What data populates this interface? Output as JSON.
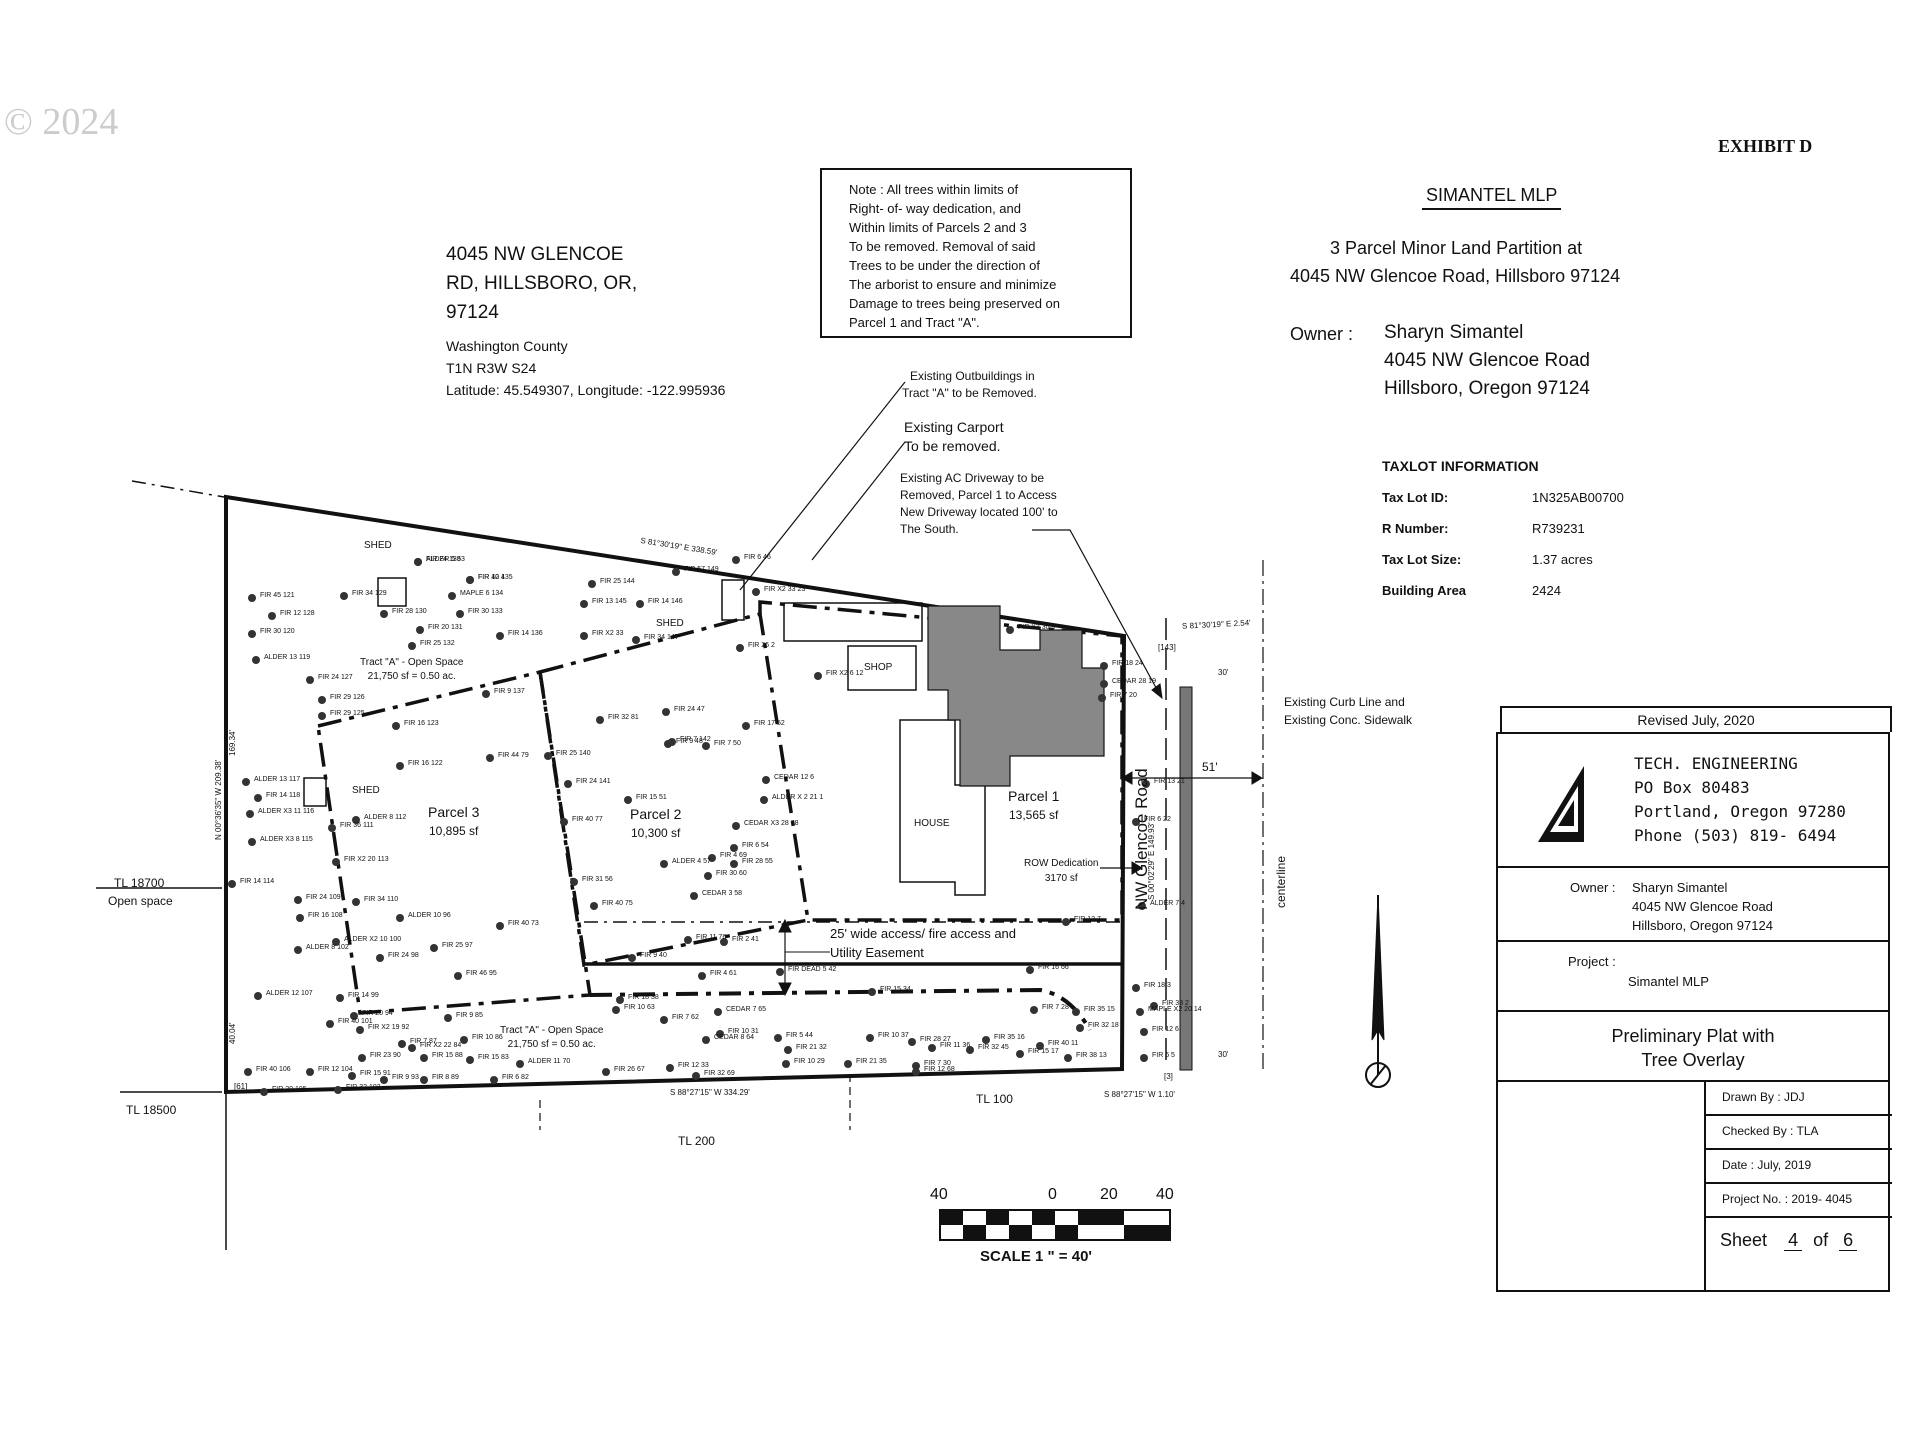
{
  "watermark": "© 2024",
  "exhibit": "EXHIBIT D",
  "address_block": {
    "line1": "4045 NW GLENCOE",
    "line2": "RD, HILLSBORO, OR,",
    "line3": "97124",
    "county": "Washington County",
    "township": "T1N R3W S24",
    "latlon": "Latitude: 45.549307, Longitude: -122.995936"
  },
  "note": [
    "Note : All trees within limits of",
    "Right- of- way dedication, and",
    "Within limits of Parcels 2 and 3",
    "To be removed. Removal of said",
    "Trees to be under the direction of",
    "The arborist to ensure and minimize",
    "Damage to trees being preserved on",
    "Parcel 1 and Tract \"A\"."
  ],
  "project_header": {
    "title": "SIMANTEL  MLP",
    "desc1": "3 Parcel Minor Land Partition at",
    "desc2": "4045 NW Glencoe Road, Hillsboro 97124",
    "owner_label": "Owner :",
    "owner1": "Sharyn Simantel",
    "owner2": "4045 NW Glencoe Road",
    "owner3": "Hillsboro, Oregon 97124"
  },
  "taxlot": {
    "heading": "TAXLOT INFORMATION",
    "rows": [
      {
        "label": "Tax Lot ID:",
        "value": "1N325AB00700"
      },
      {
        "label": "R Number:",
        "value": "R739231"
      },
      {
        "label": "Tax Lot Size:",
        "value": "1.37 acres"
      },
      {
        "label": "Building Area",
        "value": "2424"
      }
    ]
  },
  "callouts": {
    "outbuildings": [
      "Existing Outbuildings in",
      "Tract \"A\" to be Removed."
    ],
    "carport": [
      "Existing Carport",
      "To be removed."
    ],
    "driveway": [
      "Existing AC Driveway to be",
      "Removed, Parcel 1 to Access",
      "New Driveway located 100' to",
      "The South."
    ],
    "curb": [
      "Existing Curb Line and",
      "Existing Conc. Sidewalk"
    ],
    "access": [
      "25' wide access/ fire access and",
      "Utility Easement"
    ]
  },
  "parcels": {
    "tract_top": [
      "Tract \"A\" - Open Space",
      "21,750 sf = 0.50 ac."
    ],
    "tract_bottom": [
      "Tract \"A\" - Open Space",
      "21,750 sf = 0.50 ac."
    ],
    "p3": [
      "Parcel 3",
      "10,895 sf"
    ],
    "p2": [
      "Parcel 2",
      "10,300 sf"
    ],
    "p1": [
      "Parcel 1",
      "13,565 sf"
    ],
    "row": [
      "ROW Dedication",
      "3170 sf"
    ]
  },
  "structures": {
    "shed_a": "SHED",
    "shed_b": "SHED",
    "shed_c": "SHED",
    "shop": "SHOP",
    "house": "HOUSE"
  },
  "labels": {
    "tl18700": "TL 18700",
    "open_space": "Open space",
    "tl18500": "TL 18500",
    "tl200": "TL 200",
    "tl100": "TL 100",
    "road": "NW Glencoe Road",
    "centerline": "centerline",
    "width51": "51'",
    "dim30a": "30'",
    "dim30b": "30'",
    "bearing_top": "S 81°30'19\" E 338.59'",
    "bearing_top_r": "S 81°30'19\" E 2.54'",
    "bearing_bottom": "S 88°27'15\" W 334.29'",
    "bearing_bottom_r": "S 88°27'15\" W 1.10'",
    "bearing_left": "N 00°36'35\" W 209.38'",
    "bearing_right": "S 00°02'29\" E 149.93'",
    "dim_left_a": "169.34'",
    "dim_left_b": "40.04'",
    "ref143": "[143]",
    "ref61": "[61]",
    "ref3": "[3]"
  },
  "trees": [
    "FIR 24 138",
    "FIR 40 135",
    "MAPLE 6 134",
    "FIR 34 129",
    "FIR 45 121",
    "FIR 12 128",
    "FIR 30 120",
    "FIR 28 130",
    "FIR 30 133",
    "FIR 20 131",
    "FIR 25 132",
    "FIR 14 136",
    "ALDER 13 119",
    "FIR 24 127",
    "FIR 29 126",
    "FIR 29 125",
    "FIR 16 123",
    "FIR 9 137",
    "FIR 44 79",
    "FIR 16 122",
    "ALDER 13 117",
    "FIR 14 118",
    "ALDER X3 11 116",
    "ALDER 8 112",
    "ALDER X3 8 115",
    "FIR 36 111",
    "FIR X2 20 113",
    "FIR 14 114",
    "FIR 24 109",
    "FIR 34 110",
    "FIR 16 108",
    "ALDER 10 96",
    "ALDER 8 102",
    "ALDER X2 10 100",
    "FIR 24 98",
    "FIR 25 97",
    "FIR 40 73",
    "FIR 46 95",
    "ALDER 12 107",
    "FIR 14 99",
    "FIR 20 94",
    "FIR 40 101",
    "FIR 9 85",
    "FIR X2 19 92",
    "FIR 10 86",
    "FIR 7 87",
    "FIR X2 22 84",
    "FIR 23 90",
    "FIR 15 88",
    "FIR 15 83",
    "ALDER 11 70",
    "FIR 40 106",
    "FIR 12 104",
    "FIR 15 91",
    "FIR 9 93",
    "FIR 8 89",
    "FIR 6 82",
    "FIR 20 105",
    "FIR 32 103",
    "FIR 25 144",
    "FIR 57 149",
    "FIR 13 145",
    "FIR 14 146",
    "FIR X2 33",
    "FIR 34 147",
    "FIR 6 46",
    "FIR X2 33 23",
    "FIR 26 2",
    "FIR 32 81",
    "FIR 24 47",
    "FIR 9 48",
    "FIR 7 142",
    "FIR 7 50",
    "FIR 25 140",
    "FIR 24 141",
    "FIR 15 51",
    "FIR 40 77",
    "CEDAR X3 28 78",
    "FIR 6 54",
    "FIR 28 55",
    "FIR 4 69",
    "ALDER 4 57",
    "FIR 30 60",
    "CEDAR 3 58",
    "FIR 31 56",
    "FIR 40 75",
    "FIR 11 76",
    "FIR 2 41",
    "FIR 9 40",
    "FIR 4 61",
    "FIR DEAD 5 42",
    "FIR 18 38",
    "FIR 10 63",
    "CEDAR 7 65",
    "FIR 7 62",
    "FIR 15 34",
    "FIR 10 31",
    "CEDAR 8 64",
    "FIR 5 44",
    "FIR 10 37",
    "FIR 21 32",
    "FIR 28 27",
    "FIR 11 36",
    "FIR 32 45",
    "FIR 7 30",
    "FIR 10 29",
    "FIR 21 35",
    "FIR 12 33",
    "FIR 26 67",
    "FIR 32 69",
    "FIR 12 68",
    "FIR 16 66",
    "FIR 7 28",
    "FIR 35 15",
    "FIR 35 16",
    "FIR 40 11",
    "FIR 32 18",
    "FIR 15 17",
    "FIR 38 13",
    "MAPLE X2 20 14",
    "FIR X2 6 12",
    "FIR X3 30 9",
    "FIR 18 24",
    "CEDAR 28 19",
    "FIR 7 20",
    "FIR 13 21",
    "FIR 6 22",
    "ALDER 7 4",
    "FIR 18 3",
    "FIR 33 2",
    "FIR 12 6",
    "FIR 6 5",
    "FIR 12 7",
    "CEDAR 12 6",
    "ALDER X 2 21 1",
    "FIR 17 52",
    "ALDER 5 53",
    "FIR 12 4"
  ],
  "scale": {
    "t40l": "40",
    "t0": "0",
    "t20": "20",
    "t40r": "40",
    "label": "SCALE  1 \"  =  40'"
  },
  "title_block": {
    "revised": "Revised  July, 2020",
    "company": "TECH.  ENGINEERING",
    "po": "PO Box  80483",
    "city": "Portland,  Oregon  97280",
    "phone": "Phone  (503)  819- 6494",
    "owner_label": "Owner :",
    "owner1": "Sharyn Simantel",
    "owner2": "4045 NW Glencoe Road",
    "owner3": "Hillsboro, Oregon 97124",
    "project_label": "Project :",
    "project": "Simantel MLP",
    "plat1": "Preliminary Plat with",
    "plat2": "Tree Overlay",
    "drawn": "Drawn  By :  JDJ",
    "checked": "Checked  By :  TLA",
    "date": "Date :  July,  2019",
    "project_no": "Project  No. :  2019- 4045",
    "sheet_a": "Sheet",
    "sheet_n": "4",
    "sheet_of": "of",
    "sheet_t": "6"
  }
}
